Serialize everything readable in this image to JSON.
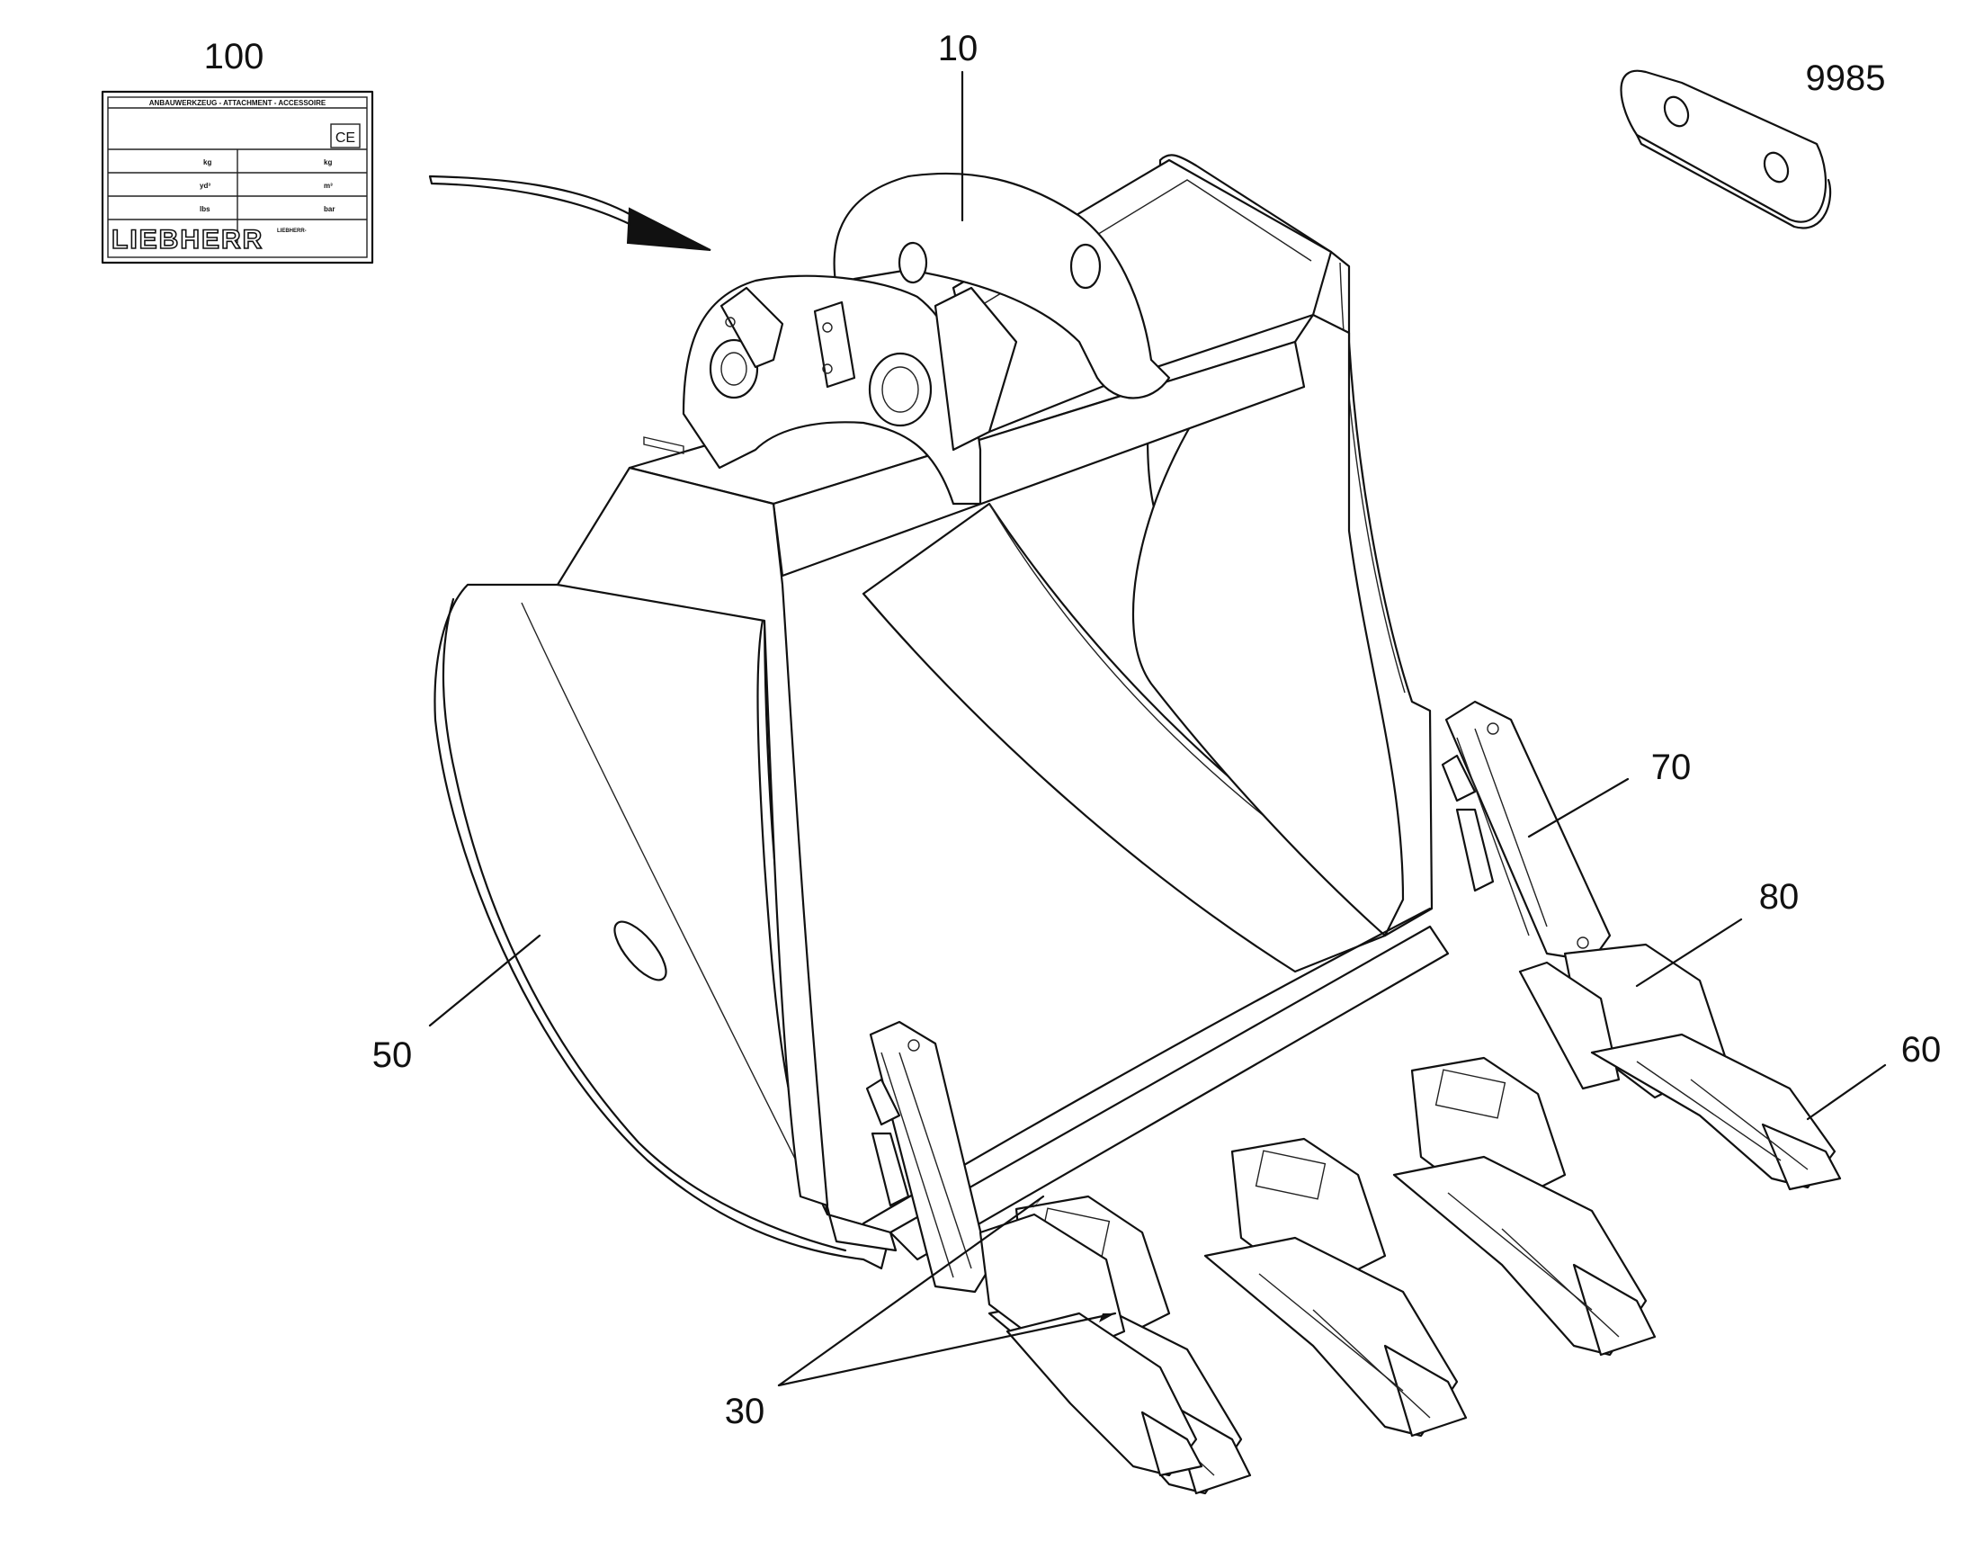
{
  "callouts": {
    "c100": "100",
    "c10": "10",
    "c9985": "9985",
    "c70": "70",
    "c80": "80",
    "c60": "60",
    "c50": "50",
    "c30": "30"
  },
  "nameplate": {
    "header": "ANBAUWERKZEUG - ATTACHMENT - ACCESSOIRE",
    "ce_mark": "CE",
    "unit_kg_left": "kg",
    "unit_kg_right": "kg",
    "unit_yd3": "yd³",
    "unit_m3": "m³",
    "unit_lbs": "lbs",
    "unit_bar": "bar",
    "brand": "LIEBHERR",
    "footnote": "LIEBHERR-"
  },
  "colors": {
    "line": "#111111",
    "background": "#ffffff"
  }
}
